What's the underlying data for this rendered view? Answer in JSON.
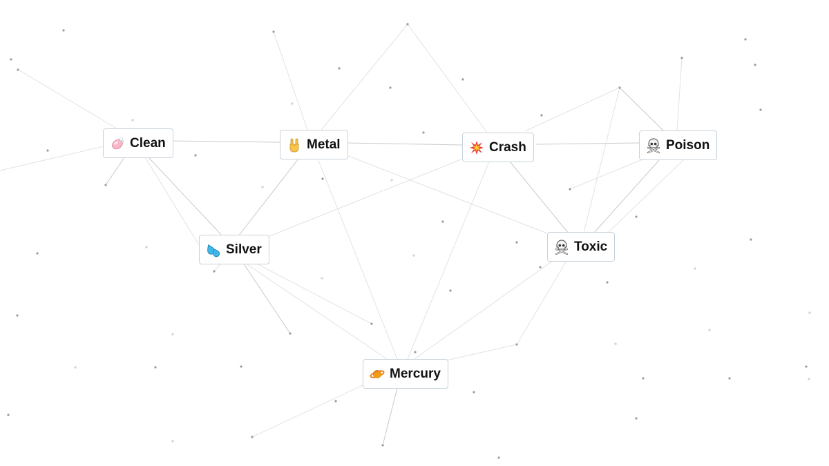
{
  "elements": {
    "clean": {
      "label": "Clean",
      "icon": "soap-icon"
    },
    "metal": {
      "label": "Metal",
      "icon": "metal-horns-icon"
    },
    "crash": {
      "label": "Crash",
      "icon": "collision-icon"
    },
    "poison": {
      "label": "Poison",
      "icon": "skull-crossbones-icon"
    },
    "silver": {
      "label": "Silver",
      "icon": "sweat-droplets-icon"
    },
    "toxic": {
      "label": "Toxic",
      "icon": "skull-crossbones-icon"
    },
    "mercury": {
      "label": "Mercury",
      "icon": "ringed-planet-icon"
    }
  },
  "colors": {
    "node_border": "#c8d2da",
    "line": "#c9c9c9",
    "background": "#ffffff",
    "text": "#111111"
  }
}
